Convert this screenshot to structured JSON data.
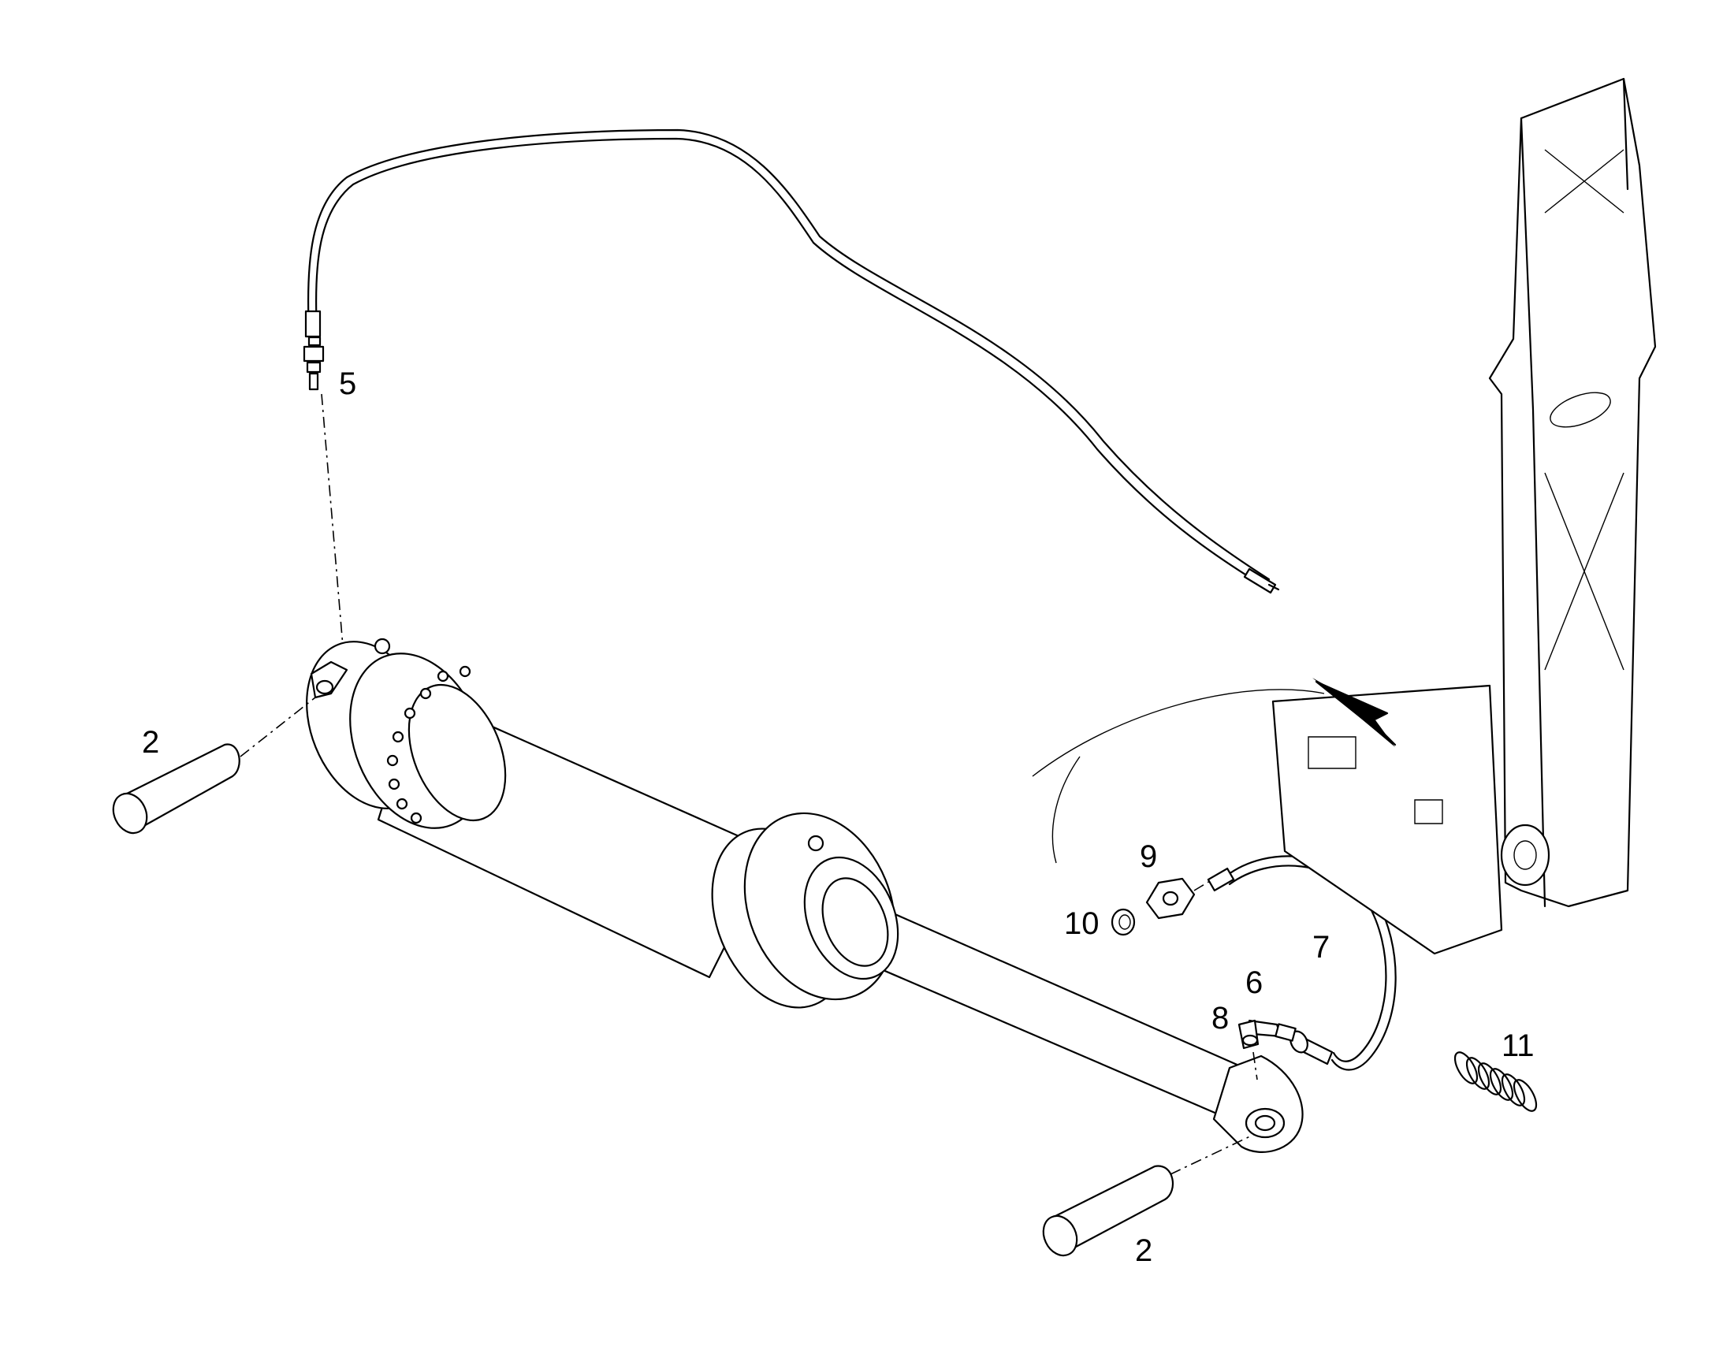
{
  "callouts": {
    "c5": "5",
    "c2_left": "2",
    "c2_right": "2",
    "c9": "9",
    "c10": "10",
    "c7": "7",
    "c6": "6",
    "c8": "8",
    "c11": "11"
  }
}
